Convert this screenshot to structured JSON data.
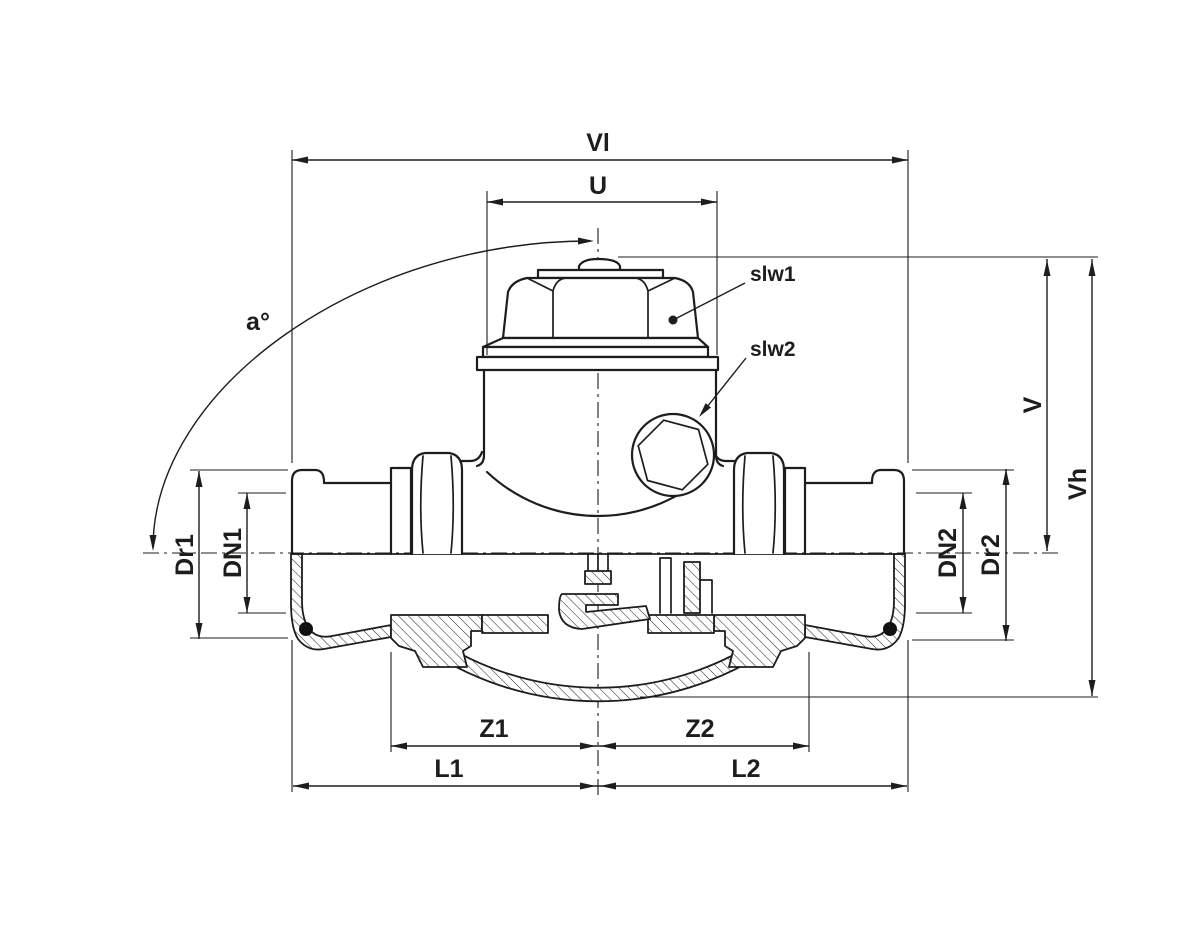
{
  "drawing": {
    "type": "technical-drawing",
    "subject": "Press-fit check valve cross-section with dimension callouts",
    "background": "#ffffff",
    "line_color": "#1d1d1b",
    "dimension_labels": {
      "vl": "Vl",
      "u": "U",
      "v": "V",
      "vh": "Vh",
      "dr1": "Dr1",
      "dn1": "DN1",
      "dn2": "DN2",
      "dr2": "Dr2",
      "z1": "Z1",
      "z2": "Z2",
      "l1": "L1",
      "l2": "L2",
      "angle": "a°"
    },
    "callout_labels": {
      "slw1": "slw1",
      "slw2": "slw2"
    }
  }
}
